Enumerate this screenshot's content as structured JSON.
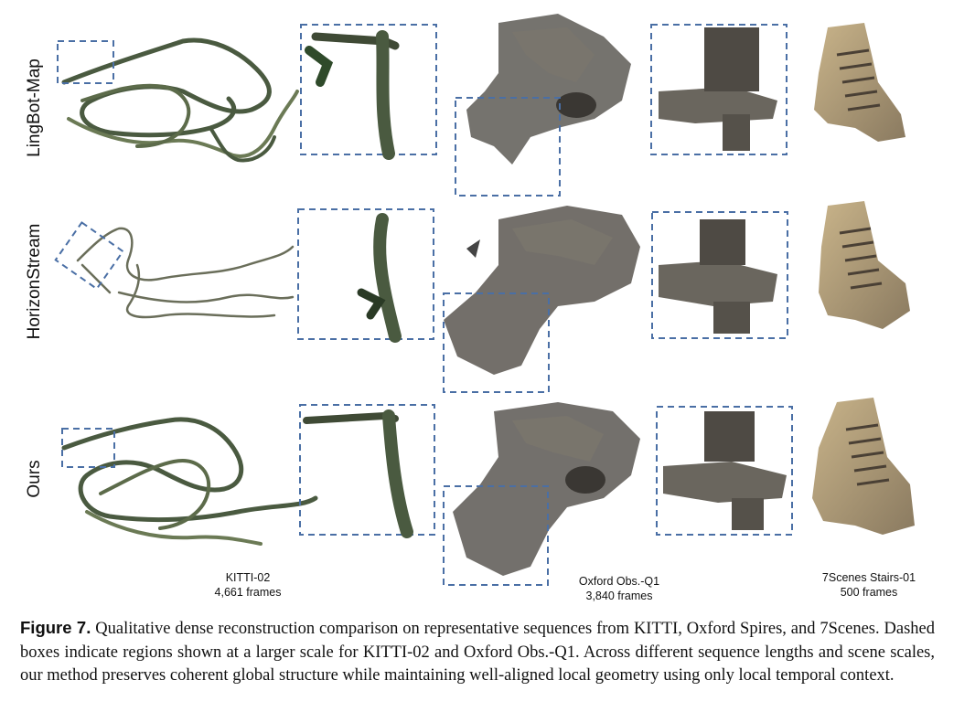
{
  "rows": [
    {
      "label": "LingBot-Map"
    },
    {
      "label": "HorizonStream"
    },
    {
      "label": "Ours"
    }
  ],
  "columns": [
    {
      "name": "KITTI-02",
      "frames": "4,661 frames"
    },
    {
      "name": "Oxford Obs.-Q1",
      "frames": "3,840 frames"
    },
    {
      "name": "7Scenes Stairs-01",
      "frames": "500 frames"
    }
  ],
  "caption": {
    "label": "Figure 7.",
    "text": "Qualitative dense reconstruction comparison on representative sequences from KITTI, Oxford Spires, and 7Scenes. Dashed boxes indicate regions shown at a larger scale for KITTI-02 and Oxford Obs.-Q1. Across different sequence lengths and scene scales, our method preserves coherent global structure while maintaining well-aligned local geometry using only local temporal context."
  },
  "colors": {
    "dashed_box": "#4a6fa5",
    "road": "#4a5a40",
    "road_light": "#8a9a70"
  }
}
